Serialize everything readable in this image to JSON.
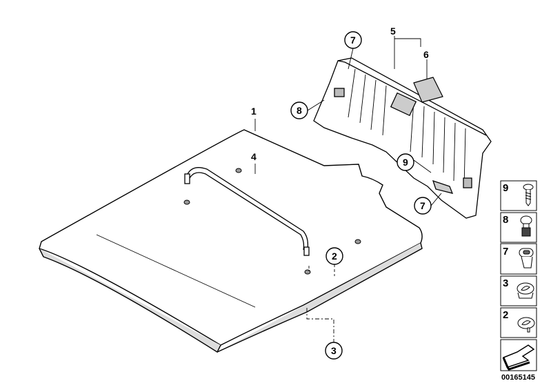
{
  "callouts": {
    "c1": "1",
    "c2": "2",
    "c3": "3",
    "c4": "4",
    "c5": "5",
    "c6": "6",
    "c7a": "7",
    "c7b": "7",
    "c8": "8",
    "c9": "9"
  },
  "legend": [
    {
      "number": "9",
      "part": "screw-icon"
    },
    {
      "number": "8",
      "part": "expanding-rivet-icon"
    },
    {
      "number": "7",
      "part": "clip-nut-icon"
    },
    {
      "number": "3",
      "part": "grommet-icon"
    },
    {
      "number": "2",
      "part": "grommet-with-pin-icon"
    }
  ],
  "diagram_id": "00165145"
}
